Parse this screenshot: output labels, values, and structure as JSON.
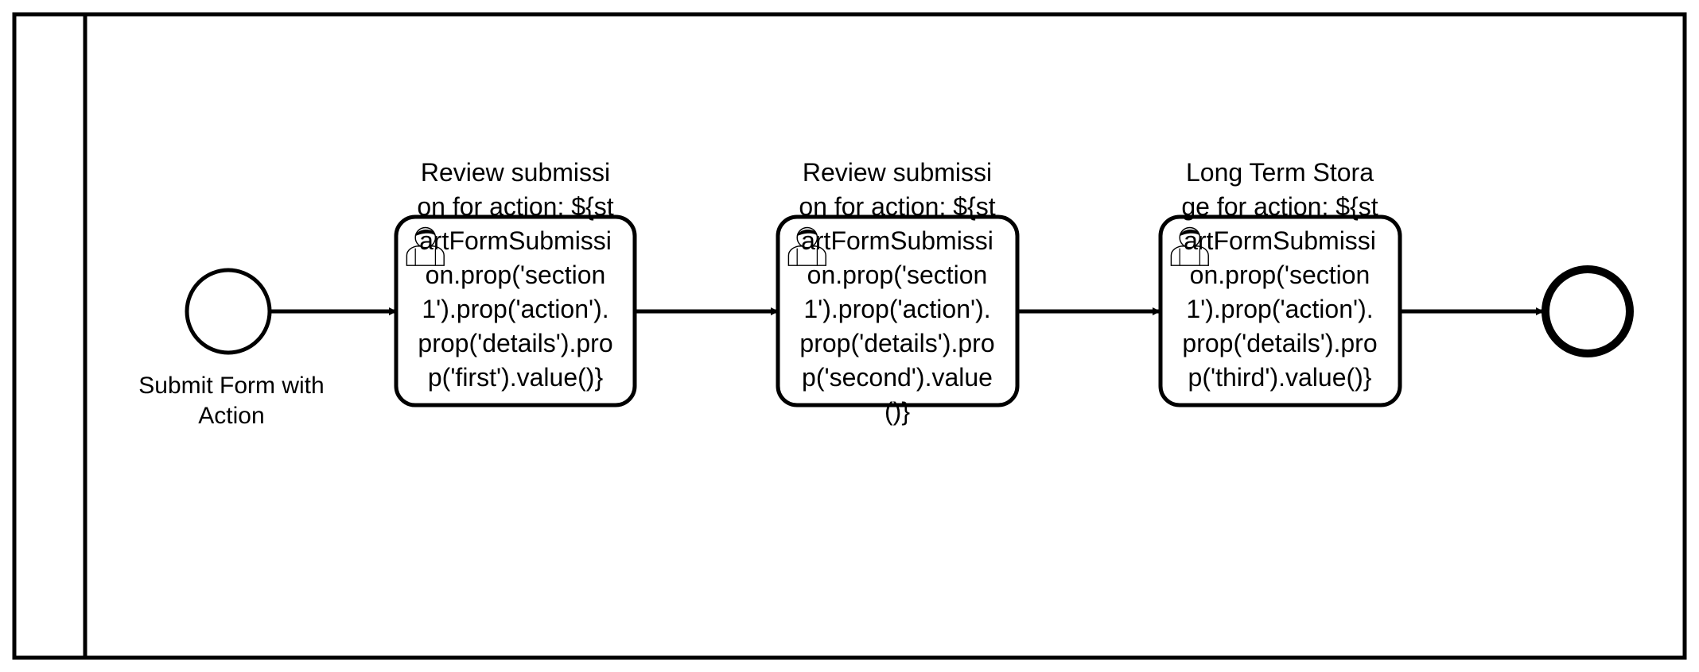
{
  "diagram": {
    "start_event": {
      "label": "Submit Form with Action"
    },
    "tasks": [
      {
        "label": "Review submission for action: ${startFormSubmission.prop('section1').prop('action').prop('details').prop('first').value()}",
        "icon": "user-icon"
      },
      {
        "label": "Review submission for action: ${startFormSubmission.prop('section1').prop('action').prop('details').prop('second').value()}",
        "icon": "user-icon"
      },
      {
        "label": "Long Term Storage for action: ${startFormSubmission.prop('section1').prop('action').prop('details').prop('third').value()}",
        "icon": "user-icon"
      }
    ],
    "end_event": {
      "label": ""
    }
  }
}
